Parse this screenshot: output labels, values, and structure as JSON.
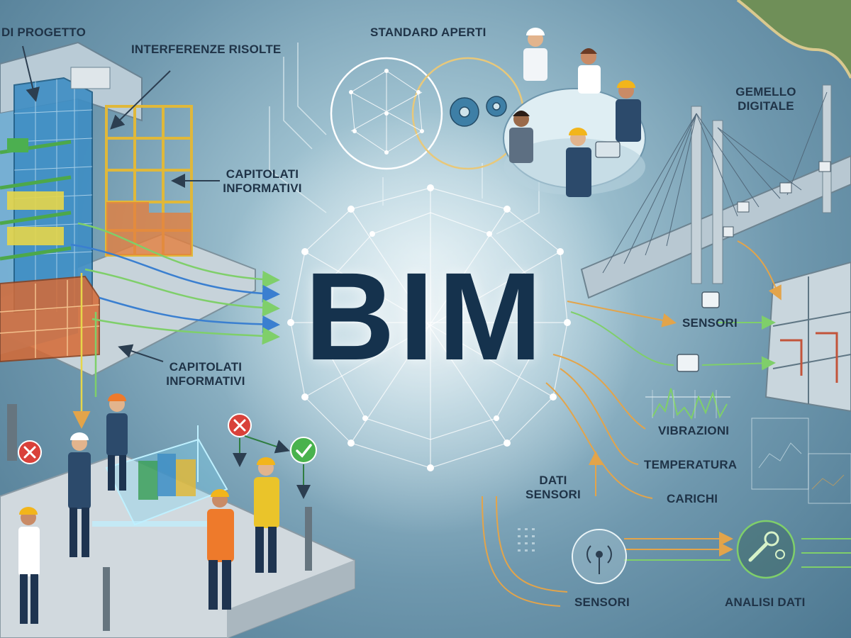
{
  "center": {
    "title": "BIM"
  },
  "labels": {
    "di_progetto": "DI PROGETTO",
    "interferenze": "INTERFERENZE RISOLTE",
    "standard_aperti": "STANDARD APERTI",
    "gemello_line1": "GEMELLO",
    "gemello_line2": "DIGITALE",
    "capitolati_top_line1": "CAPITOLATI",
    "capitolati_top_line2": "INFORMATIVI",
    "capitolati_bottom_line1": "CAPITOLATI",
    "capitolati_bottom_line2": "INFORMATIVI",
    "sensori_right": "SENSORI",
    "vibrazioni": "VIBRAZIONI",
    "temperatura": "TEMPERATURA",
    "carichi": "CARICHI",
    "dati_sensori_line1": "DATI",
    "dati_sensori_line2": "SENSORI",
    "sensori_bottom": "SENSORI",
    "analisi_dati": "ANALISI DATI"
  },
  "icons": {
    "error": "x-mark-icon",
    "success": "check-mark-icon",
    "sensor": "antenna-icon",
    "analysis": "wrench-gears-icon",
    "gears": "gears-icon"
  },
  "colors": {
    "title": "#15324d",
    "label": "#1f3347",
    "network": "#ffffff",
    "flow_green": "#7fcf6a",
    "flow_blue": "#3a7fd0",
    "flow_orange": "#e3a44a",
    "error_red": "#d9413a",
    "success_green": "#49b24d",
    "vest_orange": "#ee7a2b",
    "helmet_yellow": "#f2b51b"
  }
}
